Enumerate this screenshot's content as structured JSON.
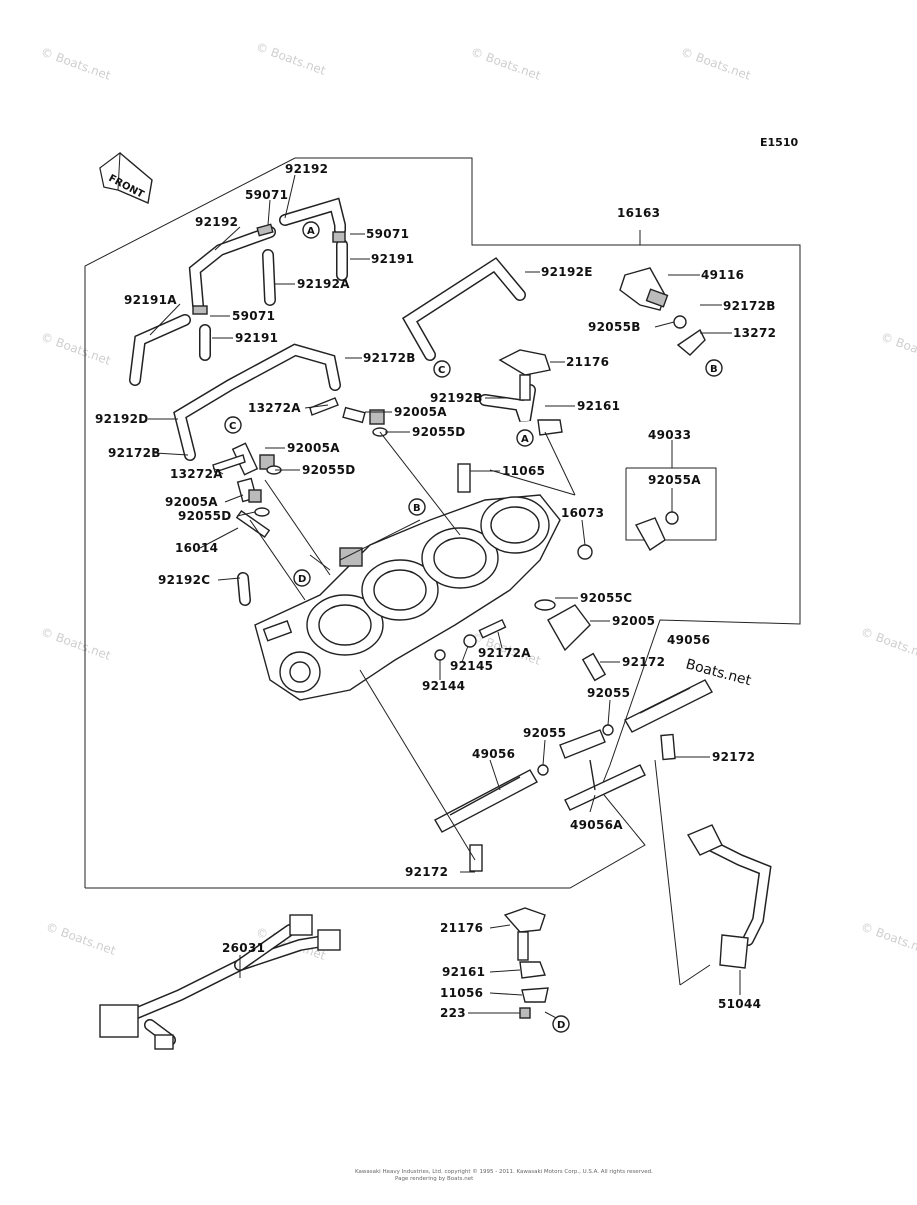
{
  "diagram_code": "E1510",
  "front_label": "FRONT",
  "watermark": "© Boats.net",
  "overlay_text": "Boats.net",
  "footer": [
    "Kawasaki Heavy Industries, Ltd. copyright © 1995 - 2011. Kawasaki Motors Corp., U.S.A. All rights reserved.",
    "Page rendering by Boats.net"
  ],
  "ref_letters": [
    "A",
    "A",
    "B",
    "B",
    "C",
    "C",
    "D",
    "D"
  ],
  "labels": {
    "l16163": "16163",
    "l92192_top": "92192",
    "l59071_a": "59071",
    "l92192_left": "92192",
    "l59071_b": "59071",
    "l92191_a": "92191",
    "l92192A": "92192A",
    "l92191A": "92191A",
    "l59071_c": "59071",
    "l92191_b": "92191",
    "l92192E": "92192E",
    "l49116": "49116",
    "l92172B_r": "92172B",
    "l92055B": "92055B",
    "l13272": "13272",
    "l92172B_m": "92172B",
    "l21176_top": "21176",
    "l92192B": "92192B",
    "l92161_top": "92161",
    "l92192D": "92192D",
    "l13272A_a": "13272A",
    "l92005A_a": "92005A",
    "l92055D_a": "92055D",
    "l92005A_b": "92005A",
    "l92172B_l": "92172B",
    "l92055D_b": "92055D",
    "l13272A_b": "13272A",
    "l11065": "11065",
    "l49033": "49033",
    "l92055A": "92055A",
    "l92005A_c": "92005A",
    "l92055D_c": "92055D",
    "l16073": "16073",
    "l16014": "16014",
    "l92192C": "92192C",
    "l92055C": "92055C",
    "l92005": "92005",
    "l92172A": "92172A",
    "l92145": "92145",
    "l92144": "92144",
    "l92172_a": "92172",
    "l49056_r": "49056",
    "l92055_a": "92055",
    "l92055_b": "92055",
    "l92172_b": "92172",
    "l49056_l": "49056",
    "l49056A": "49056A",
    "l92172_c": "92172",
    "l26031": "26031",
    "l21176_bot": "21176",
    "l92161_bot": "92161",
    "l11056": "11056",
    "l223": "223",
    "l51044": "51044"
  }
}
